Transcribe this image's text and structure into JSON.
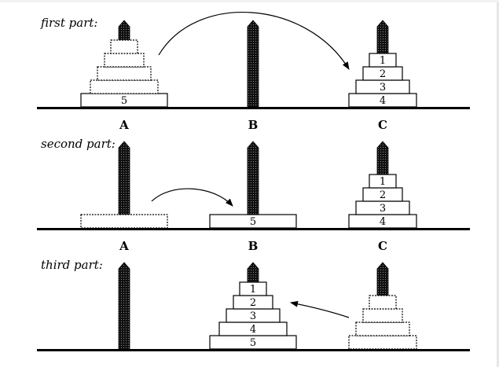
{
  "parts": [
    {
      "title": "first part:",
      "peg_labels": [
        "",
        "",
        ""
      ],
      "disks": [
        {
          "peg": 0,
          "level": 0,
          "size": 5,
          "label": "5",
          "style": "solid"
        },
        {
          "peg": 0,
          "level": 1,
          "size": 4,
          "label": "",
          "style": "dotted"
        },
        {
          "peg": 0,
          "level": 2,
          "size": 3,
          "label": "",
          "style": "dotted"
        },
        {
          "peg": 0,
          "level": 3,
          "size": 2,
          "label": "",
          "style": "dotted"
        },
        {
          "peg": 0,
          "level": 4,
          "size": 1,
          "label": "",
          "style": "dotted"
        },
        {
          "peg": 2,
          "level": 0,
          "size": 4,
          "label": "4",
          "style": "solid"
        },
        {
          "peg": 2,
          "level": 1,
          "size": 3,
          "label": "3",
          "style": "solid"
        },
        {
          "peg": 2,
          "level": 2,
          "size": 2,
          "label": "2",
          "style": "solid"
        },
        {
          "peg": 2,
          "level": 3,
          "size": 1,
          "label": "1",
          "style": "solid"
        }
      ],
      "arrow": {
        "from_peg": 0,
        "to_peg": 2
      }
    },
    {
      "title": "second part:",
      "peg_labels": [
        "A",
        "B",
        "C"
      ],
      "disks": [
        {
          "peg": 0,
          "level": 0,
          "size": 5,
          "label": "",
          "style": "dotted"
        },
        {
          "peg": 1,
          "level": 0,
          "size": 5,
          "label": "5",
          "style": "solid"
        },
        {
          "peg": 2,
          "level": 0,
          "size": 4,
          "label": "4",
          "style": "solid"
        },
        {
          "peg": 2,
          "level": 1,
          "size": 3,
          "label": "3",
          "style": "solid"
        },
        {
          "peg": 2,
          "level": 2,
          "size": 2,
          "label": "2",
          "style": "solid"
        },
        {
          "peg": 2,
          "level": 3,
          "size": 1,
          "label": "1",
          "style": "solid"
        }
      ],
      "arrow": {
        "from_peg": 0,
        "to_peg": 1
      }
    },
    {
      "title": "third part:",
      "peg_labels": [
        "A",
        "B",
        "C"
      ],
      "disks": [
        {
          "peg": 1,
          "level": 0,
          "size": 5,
          "label": "5",
          "style": "solid"
        },
        {
          "peg": 1,
          "level": 1,
          "size": 4,
          "label": "4",
          "style": "solid"
        },
        {
          "peg": 1,
          "level": 2,
          "size": 3,
          "label": "3",
          "style": "solid"
        },
        {
          "peg": 1,
          "level": 3,
          "size": 2,
          "label": "2",
          "style": "solid"
        },
        {
          "peg": 1,
          "level": 4,
          "size": 1,
          "label": "1",
          "style": "solid"
        },
        {
          "peg": 2,
          "level": 0,
          "size": 4,
          "label": "",
          "style": "dotted"
        },
        {
          "peg": 2,
          "level": 1,
          "size": 3,
          "label": "",
          "style": "dotted"
        },
        {
          "peg": 2,
          "level": 2,
          "size": 2,
          "label": "",
          "style": "dotted"
        },
        {
          "peg": 2,
          "level": 3,
          "size": 1,
          "label": "",
          "style": "dotted"
        }
      ],
      "arrow": {
        "from_peg": 2,
        "to_peg": 1
      }
    }
  ]
}
